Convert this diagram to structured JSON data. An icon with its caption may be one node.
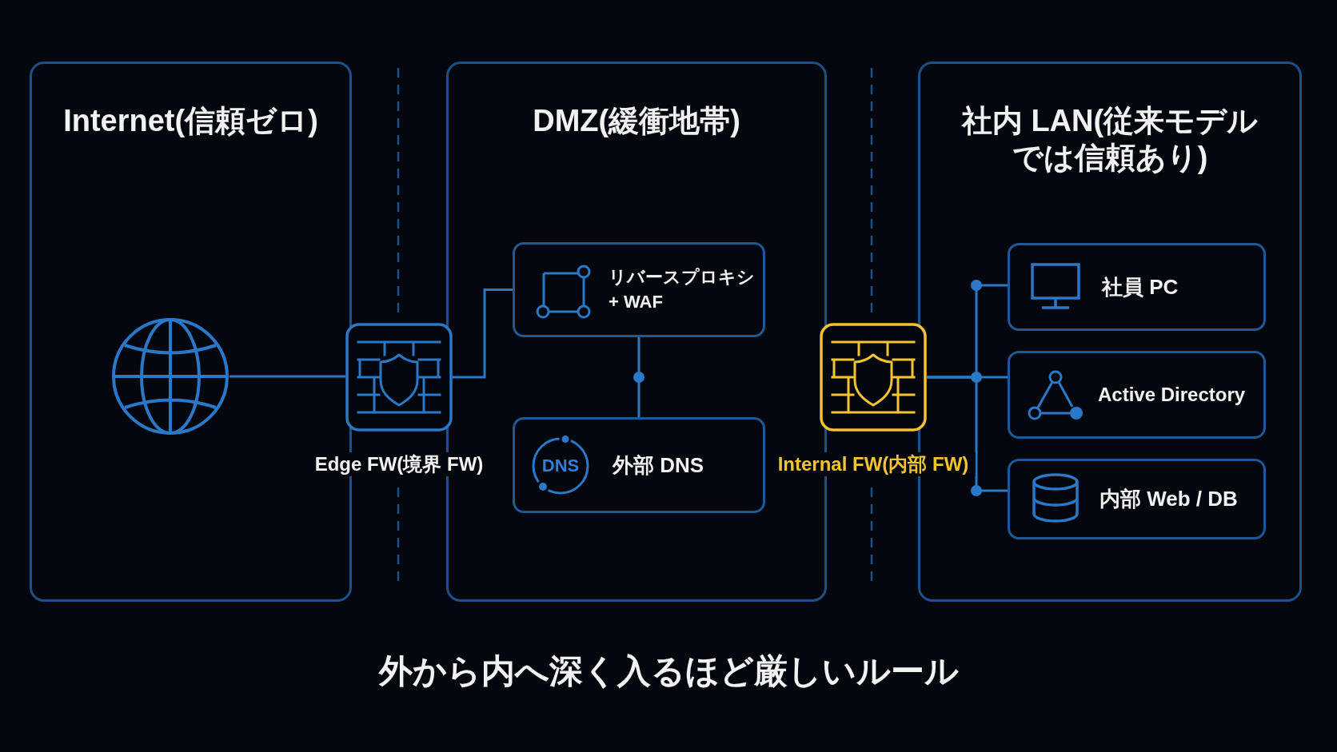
{
  "diagram": {
    "caption": "外から内へ深く入るほど厳しいルール",
    "nodes": [
      {
        "text": [
          "Internet(信頼ゼロ)"
        ]
      },
      {
        "text": [],
        "shape": "picture",
        "in": 0
      },
      {
        "text": [],
        "shape": "picture",
        "beside": [
          "Edge FW(境界 FW)"
        ]
      },
      {
        "text": [
          "DMZ(緩衝地帯)"
        ]
      },
      {
        "text": [
          "リバースプロキシ + WAF"
        ],
        "in": 3
      },
      {
        "text": [
          "DNS",
          "外部 DNS"
        ],
        "in": 3
      },
      {
        "text": [],
        "shape": "picture",
        "beside": [
          "Internal FW(内部 FW)"
        ]
      },
      {
        "text": [
          "社内 LAN(従来モデルでは信頼あり)"
        ]
      },
      {
        "text": [
          "社員 PC"
        ],
        "in": 7
      },
      {
        "text": [
          "Active Directory"
        ],
        "in": 7
      },
      {
        "text": [
          "内部 Web / DB"
        ],
        "in": 7
      }
    ],
    "edges": [
      {
        "from": 1,
        "to": 2,
        "arrow": "none"
      },
      {
        "from": 2,
        "to": 4,
        "arrow": "none"
      },
      {
        "from": 4,
        "to": 5,
        "arrow": "none"
      },
      {
        "from": 6,
        "to": 8,
        "arrow": "none"
      },
      {
        "from": 6,
        "to": 9,
        "arrow": "none"
      },
      {
        "from": 6,
        "to": 10,
        "arrow": "none"
      }
    ]
  }
}
